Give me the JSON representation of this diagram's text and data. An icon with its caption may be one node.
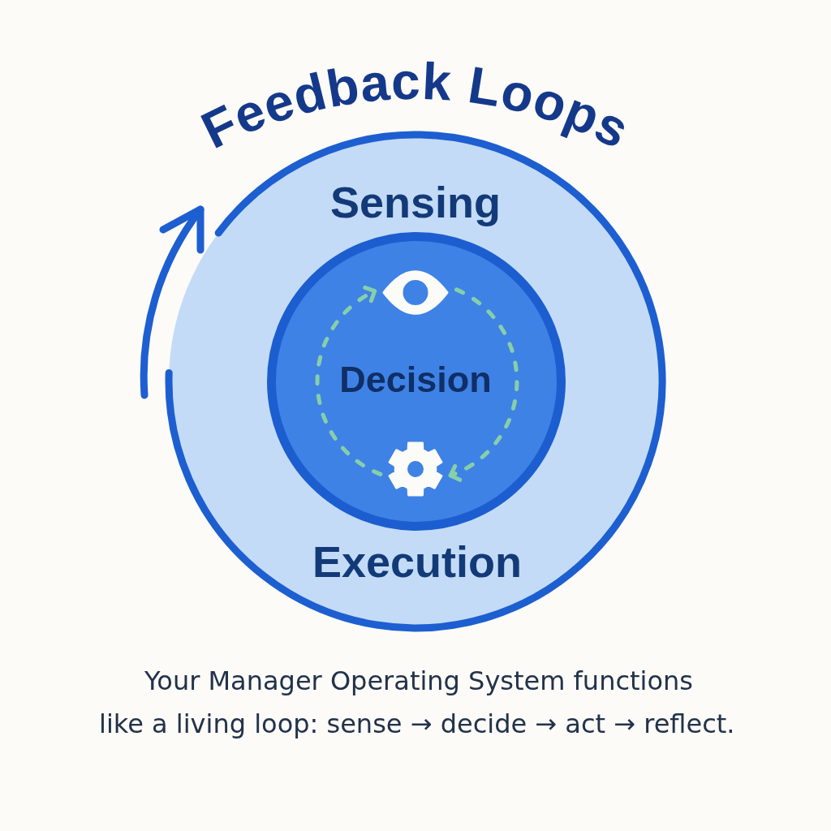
{
  "diagram": {
    "title": "Feedback Loops",
    "caption": "Your Manager Operating System functions like a living loop: sense → decide → act → reflect.",
    "nodes": [
      {
        "text": [
          "Sensing",
          "Execution"
        ]
      },
      {
        "text": [
          "Decision"
        ],
        "in": 0
      },
      {
        "text": [],
        "shape": "eye",
        "in": 1
      },
      {
        "text": [],
        "shape": "gear",
        "in": 1
      }
    ],
    "edges": [
      {
        "from": 3,
        "to": 2,
        "arrow": "to",
        "style": "dashed",
        "color": "#86cfa9"
      },
      {
        "from": 2,
        "to": 3,
        "arrow": "to",
        "style": "dashed",
        "color": "#86cfa9"
      }
    ]
  }
}
